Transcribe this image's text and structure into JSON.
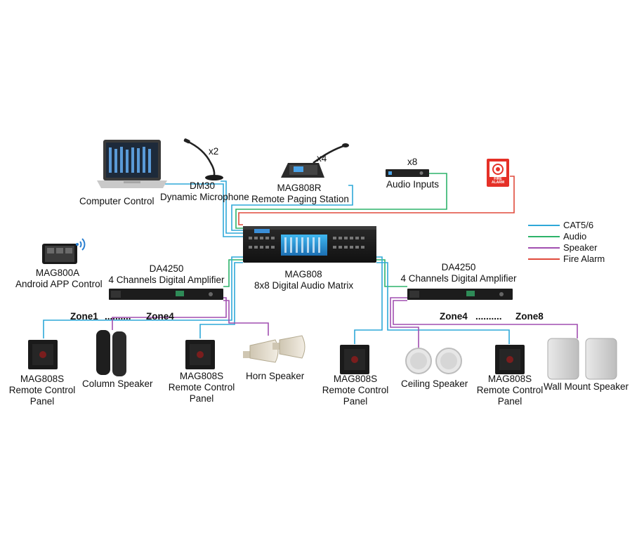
{
  "devices": {
    "computer": {
      "label": "Computer Control"
    },
    "dm30": {
      "line1": "DM30",
      "line2": "Dynamic Microphone",
      "qty": "x2"
    },
    "mag808r": {
      "line1": "MAG808R",
      "line2": "Remote Paging Station",
      "qty": "x4"
    },
    "audio_inputs": {
      "label": "Audio Inputs",
      "qty": "x8"
    },
    "fire_alarm": {
      "line1": "FIRE",
      "line2": "ALARM"
    },
    "mag800a": {
      "line1": "MAG800A",
      "line2": "Android APP Control"
    },
    "da4250_left": {
      "line1": "DA4250",
      "line2": "4 Channels Digital Amplifier"
    },
    "mag808": {
      "line1": "MAG808",
      "line2": "8x8 Digital Audio Matrix"
    },
    "da4250_right": {
      "line1": "DA4250",
      "line2": "4 Channels Digital Amplifier"
    },
    "panel1": {
      "line1": "MAG808S",
      "line2": "Remote Control",
      "line3": "Panel"
    },
    "column_speaker": {
      "label": "Column Speaker"
    },
    "panel2": {
      "line1": "MAG808S",
      "line2": "Remote Control",
      "line3": "Panel"
    },
    "horn_speaker": {
      "label": "Horn Speaker"
    },
    "panel3": {
      "line1": "MAG808S",
      "line2": "Remote Control",
      "line3": "Panel"
    },
    "ceiling_speaker": {
      "label": "Ceiling Speaker"
    },
    "panel4": {
      "line1": "MAG808S",
      "line2": "Remote Control",
      "line3": "Panel"
    },
    "wall_mount_speaker": {
      "label": "Wall Mount Speaker"
    }
  },
  "zones": {
    "left_start": "Zone1",
    "left_dots": "..........",
    "left_end": "Zone4",
    "right_start": "Zone4",
    "right_dots": "..........",
    "right_end": "Zone8"
  },
  "legend": [
    {
      "label": "CAT5/6",
      "color": "#2fa8d8"
    },
    {
      "label": "Audio",
      "color": "#2db36a"
    },
    {
      "label": "Speaker",
      "color": "#a14fb0"
    },
    {
      "label": "Fire Alarm",
      "color": "#e04a3b"
    }
  ],
  "icons": [
    "laptop-icon",
    "gooseneck-mic-icon",
    "paging-station-icon",
    "rack-unit-icon",
    "fire-alarm-icon",
    "tablet-icon",
    "wifi-icon",
    "amplifier-icon",
    "matrix-icon",
    "control-panel-icon",
    "column-speaker-icon",
    "horn-speaker-icon",
    "ceiling-speaker-icon",
    "wall-speaker-icon"
  ]
}
